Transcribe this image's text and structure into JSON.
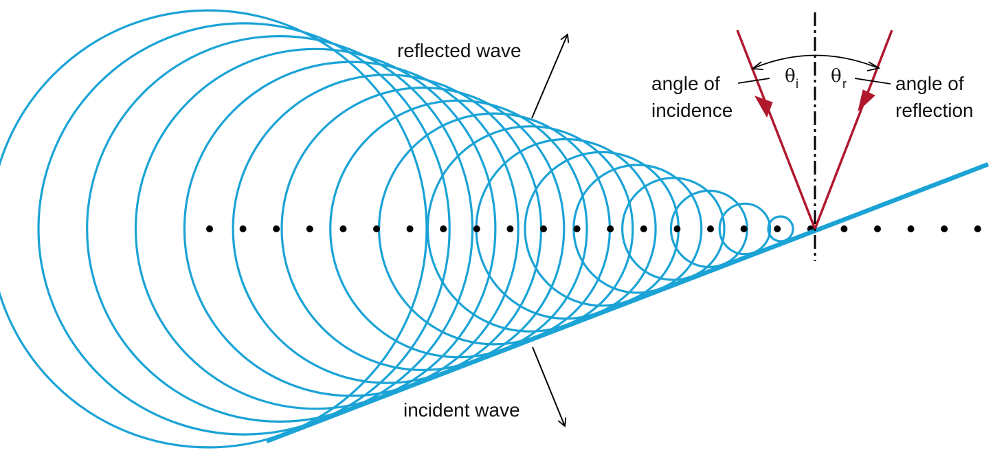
{
  "labels": {
    "reflected_wave": "reflected wave",
    "incident_wave": "incident wave",
    "angle_of_incidence_line1": "angle of",
    "angle_of_incidence_line2": "incidence",
    "angle_of_reflection_line1": "angle of",
    "angle_of_reflection_line2": "reflection",
    "theta_symbol": "θ",
    "theta_i_subscript": "i",
    "theta_r_subscript": "r"
  },
  "colors": {
    "wave": "#1ba3d6",
    "ray": "#b0182e",
    "ink": "#000000"
  },
  "wavelet_count": 17,
  "dot_count": 24
}
